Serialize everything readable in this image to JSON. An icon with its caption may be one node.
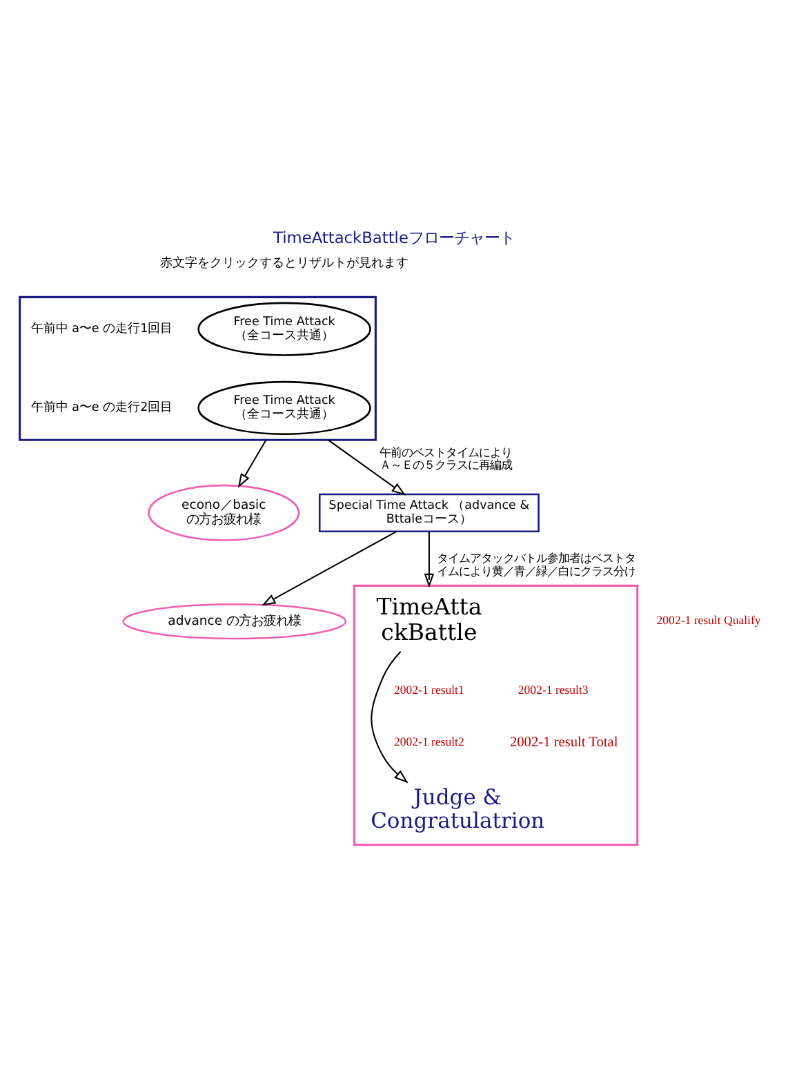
{
  "diagram": {
    "title": "TimeAttackBattleフローチャート",
    "nodes": [
      {
        "text": [],
        "shape": "box"
      },
      {
        "text": [
          "Free Time Attack （全コース共通）"
        ],
        "in": 0,
        "beside": [
          "午前中 a〜e の走行1回目"
        ]
      },
      {
        "text": [
          "Free Time Attack （全コース共通）"
        ],
        "in": 0,
        "beside": [
          "午前中 a〜e の走行2回目"
        ]
      },
      {
        "text": [
          "econo／basic の方お疲れ様"
        ]
      },
      {
        "text": [
          "Special Time Attack （advance & Bttaleコース）"
        ]
      },
      {
        "text": [
          "advance の方お疲れ様"
        ]
      },
      {
        "text": [],
        "shape": "box"
      },
      {
        "text": [
          "TimeAttackBattle"
        ],
        "in": 6
      },
      {
        "text": [
          "Judge & Congratulatrion"
        ],
        "in": 6
      }
    ],
    "edges": [
      {
        "from": 0,
        "to": 4,
        "arrow": "to",
        "label": "午前のベストタイムによりＡ～Ｅの５クラスに再編成"
      },
      {
        "from": 0,
        "to": 3,
        "arrow": "to"
      },
      {
        "from": 4,
        "to": 6,
        "arrow": "to",
        "label": "タイムアタックバトル参加者はベストタイムにより黄／青／緑／白にクラス分け"
      },
      {
        "from": 4,
        "to": 5,
        "arrow": "to"
      },
      {
        "from": 7,
        "to": 8,
        "arrow": "to"
      }
    ],
    "labels": [
      "赤文字をクリックするとリザルトが見れます",
      "2002-1 result Qualify",
      "2002-1 result1",
      "2002-1 result2",
      "2002-1 result3",
      "2002-1 result Total"
    ]
  }
}
